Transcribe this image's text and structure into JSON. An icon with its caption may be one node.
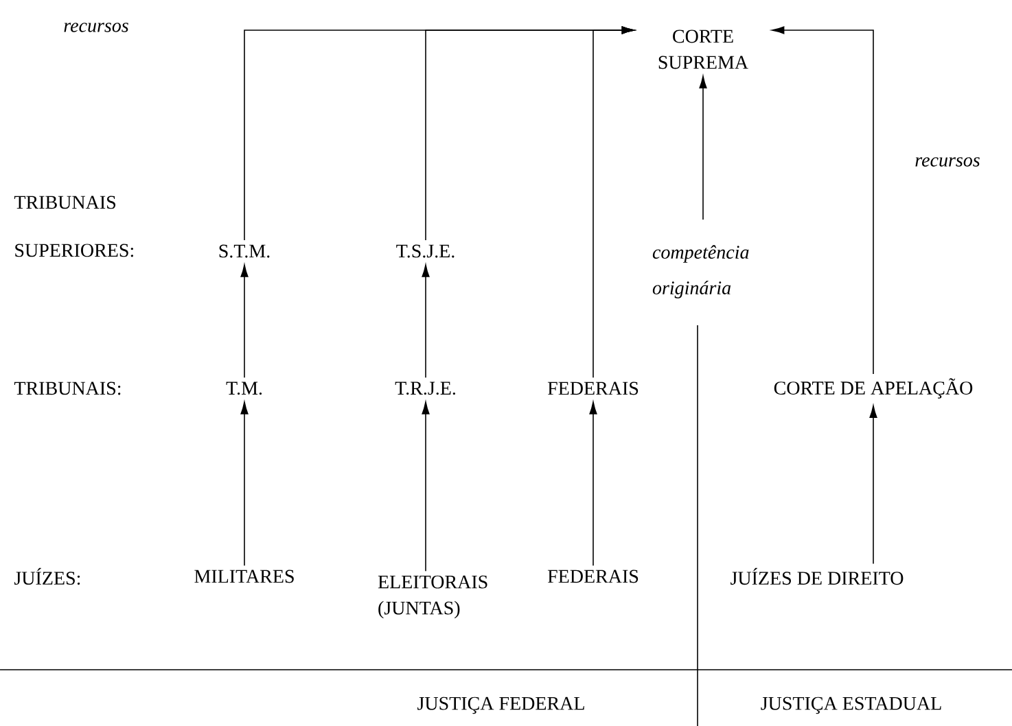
{
  "diagram": {
    "nodes": [
      {
        "text": [
          "CORTE SUPREMA"
        ]
      },
      {
        "text": [
          "S.T.M."
        ]
      },
      {
        "text": [
          "T.S.J.E."
        ]
      },
      {
        "text": [
          "T.M."
        ]
      },
      {
        "text": [
          "T.R.J.E."
        ]
      },
      {
        "text": [
          "FEDERAIS"
        ]
      },
      {
        "text": [
          "CORTE DE APELAÇÃO"
        ]
      },
      {
        "text": [
          "MILITARES"
        ]
      },
      {
        "text": [
          "ELEITORAIS (JUNTAS)"
        ]
      },
      {
        "text": [
          "FEDERAIS"
        ]
      },
      {
        "text": [
          "JUÍZES DE DIREITO"
        ]
      }
    ],
    "edges": [
      {
        "from": 7,
        "to": 3,
        "arrow": "to"
      },
      {
        "from": 3,
        "to": 1,
        "arrow": "to"
      },
      {
        "from": 8,
        "to": 4,
        "arrow": "to"
      },
      {
        "from": 4,
        "to": 2,
        "arrow": "to"
      },
      {
        "from": 9,
        "to": 5,
        "arrow": "to"
      },
      {
        "from": 10,
        "to": 6,
        "arrow": "to"
      },
      {
        "from": 1,
        "to": 0,
        "arrow": "to"
      },
      {
        "from": 2,
        "to": 0,
        "arrow": "to"
      },
      {
        "from": 5,
        "to": 0,
        "arrow": "to"
      },
      {
        "from": 6,
        "to": 0,
        "arrow": "to"
      },
      {
        "from": null,
        "to": 0,
        "arrow": "to",
        "label": "competência originária"
      }
    ],
    "labels": [
      "recursos",
      "recursos",
      "TRIBUNAIS SUPERIORES:",
      "TRIBUNAIS:",
      "JUÍZES:",
      "JUSTIÇA FEDERAL",
      "JUSTIÇA ESTADUAL"
    ]
  }
}
